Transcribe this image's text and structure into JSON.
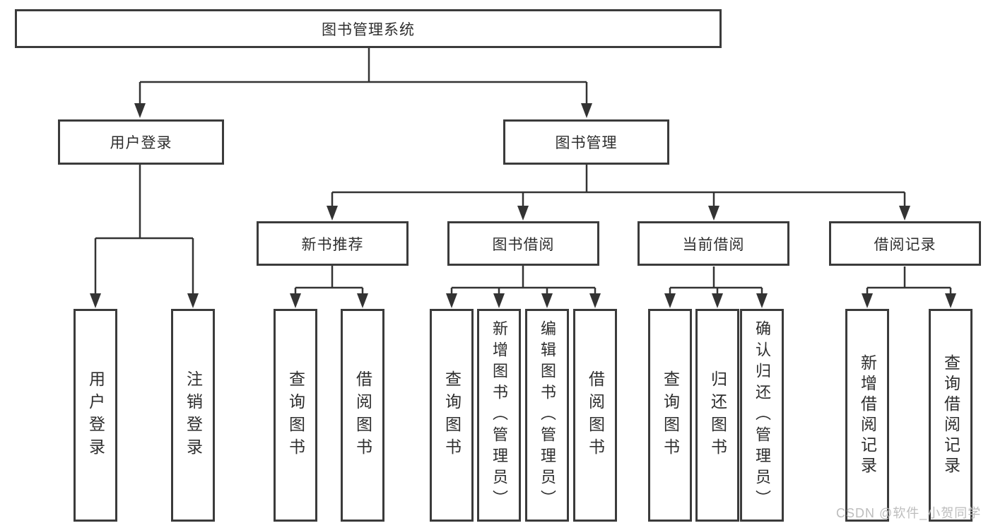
{
  "diagram": {
    "root": {
      "label": "图书管理系统"
    },
    "level2": [
      {
        "label": "用户登录"
      },
      {
        "label": "图书管理"
      }
    ],
    "level3": [
      {
        "label": "新书推荐",
        "parent": "图书管理"
      },
      {
        "label": "图书借阅",
        "parent": "图书管理"
      },
      {
        "label": "当前借阅",
        "parent": "图书管理"
      },
      {
        "label": "借阅记录",
        "parent": "图书管理"
      }
    ],
    "leaves": [
      {
        "label": "用户登录",
        "parent": "用户登录"
      },
      {
        "label": "注销登录",
        "parent": "用户登录"
      },
      {
        "label": "查询图书",
        "parent": "新书推荐"
      },
      {
        "label": "借阅图书",
        "parent": "新书推荐"
      },
      {
        "label": "查询图书",
        "parent": "图书借阅"
      },
      {
        "label": "新增图书（管理员）",
        "parent": "图书借阅"
      },
      {
        "label": "编辑图书（管理员）",
        "parent": "图书借阅"
      },
      {
        "label": "借阅图书",
        "parent": "图书借阅"
      },
      {
        "label": "查询图书",
        "parent": "当前借阅"
      },
      {
        "label": "归还图书",
        "parent": "当前借阅"
      },
      {
        "label": "确认归还（管理员）",
        "parent": "当前借阅"
      },
      {
        "label": "新增借阅记录",
        "parent": "借阅记录"
      },
      {
        "label": "查询借阅记录",
        "parent": "借阅记录"
      }
    ]
  },
  "watermark": {
    "text": "CSDN @软件_小贺同学"
  },
  "colors": {
    "background": "#ffffff",
    "box_border": "#3b3b3b",
    "line": "#333333",
    "text": "#2e2e2e",
    "watermark": "#bdbdbd"
  }
}
